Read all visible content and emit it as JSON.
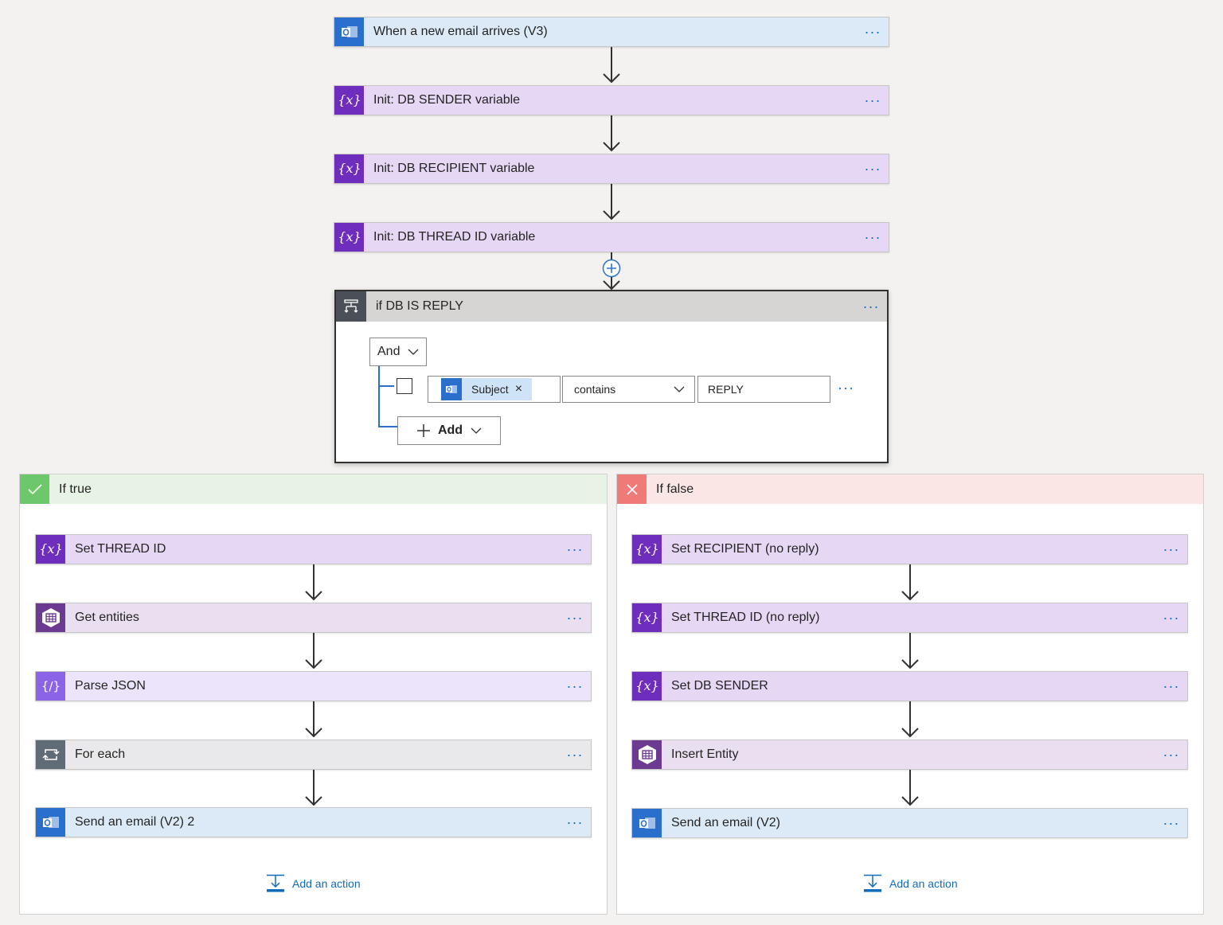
{
  "main_flow": {
    "trigger": {
      "title": "When a new email arrives (V3)",
      "icon": "outlook-icon",
      "menu": "···"
    },
    "steps": [
      {
        "title": "Init: DB SENDER variable",
        "icon": "variable-icon",
        "menu": "···"
      },
      {
        "title": "Init: DB RECIPIENT variable",
        "icon": "variable-icon",
        "menu": "···"
      },
      {
        "title": "Init: DB THREAD ID variable",
        "icon": "variable-icon",
        "menu": "···"
      }
    ]
  },
  "condition": {
    "title": "if DB IS REPLY",
    "menu": "···",
    "operator": "And",
    "row": {
      "token": "Subject",
      "token_remove": "×",
      "comparison": "contains",
      "value": "REPLY",
      "menu": "···"
    },
    "add_label": "Add"
  },
  "if_true": {
    "label": "If true",
    "steps": [
      {
        "title": "Set THREAD ID",
        "icon": "variable-icon",
        "menu": "···"
      },
      {
        "title": "Get entities",
        "icon": "table-icon",
        "menu": "···"
      },
      {
        "title": "Parse JSON",
        "icon": "parse-json-icon",
        "menu": "···"
      },
      {
        "title": "For each",
        "icon": "loop-icon",
        "menu": "···"
      },
      {
        "title": "Send an email (V2) 2",
        "icon": "outlook-icon",
        "menu": "···"
      }
    ],
    "add_action": "Add an action"
  },
  "if_false": {
    "label": "If false",
    "steps": [
      {
        "title": "Set RECIPIENT (no reply)",
        "icon": "variable-icon",
        "menu": "···"
      },
      {
        "title": "Set THREAD ID (no reply)",
        "icon": "variable-icon",
        "menu": "···"
      },
      {
        "title": "Set DB SENDER",
        "icon": "variable-icon",
        "menu": "···"
      },
      {
        "title": "Insert Entity",
        "icon": "table-icon",
        "menu": "···"
      },
      {
        "title": "Send an email (V2)",
        "icon": "outlook-icon",
        "menu": "···"
      }
    ],
    "add_action": "Add an action"
  },
  "colors": {
    "outlook": "#2b6fcc",
    "variable": "#6f2dbd",
    "table": "#6d3a92",
    "parse": "#8a63e6",
    "loop": "#606b78",
    "true_header": "#e7f3e4",
    "true_icon": "#6cc86a",
    "false_header": "#fbe6e6",
    "false_icon": "#ee7b77",
    "link": "#0f6cbd"
  }
}
